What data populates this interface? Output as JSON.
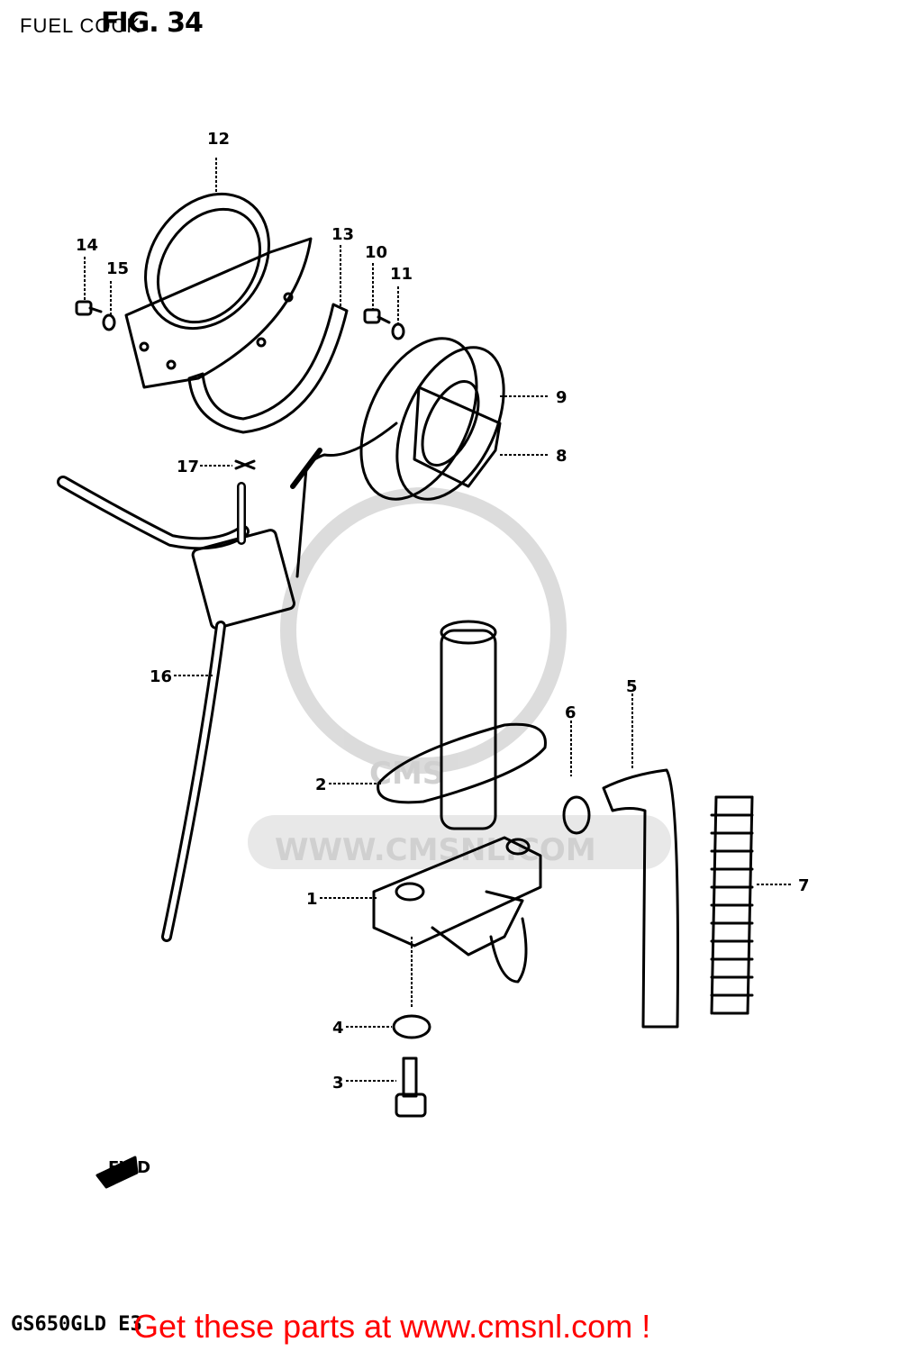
{
  "header": {
    "title": "FUEL COCK",
    "fig_label": "FIG. 34"
  },
  "model_code": "GS650GLD E3",
  "footer": {
    "cta_text": "Get these parts at www.cmsnl.com !"
  },
  "watermark": {
    "text": "WWW.CMSNL.COM",
    "logo_text": "CMS"
  },
  "fwd_label": "FWD",
  "colors": {
    "line": "#000000",
    "footer": "#ff0000",
    "watermark": "#cccccc"
  },
  "callouts": [
    "1",
    "2",
    "3",
    "4",
    "5",
    "6",
    "7",
    "8",
    "9",
    "10",
    "11",
    "12",
    "13",
    "14",
    "15",
    "16",
    "17"
  ]
}
